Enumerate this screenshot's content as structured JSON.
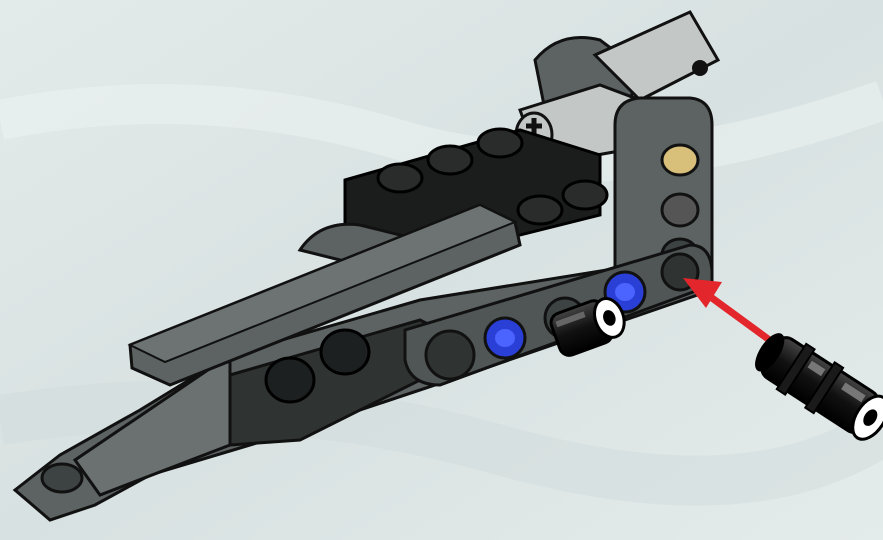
{
  "illustration": {
    "subject": "building-instruction-step",
    "elements": [
      "grey-beam-assembly",
      "black-connector-pin",
      "red-insertion-arrow"
    ]
  },
  "colors": {
    "background": "#dfe7e7",
    "dark_bluish_gray": "#5c6362",
    "dark_gray_shadow": "#3d4342",
    "black": "#111111",
    "light_bluish_gray": "#c3c8c6",
    "blue_pin": "#2a3fd6",
    "tan_pin": "#d9c07a",
    "arrow_red": "#e3262b"
  }
}
